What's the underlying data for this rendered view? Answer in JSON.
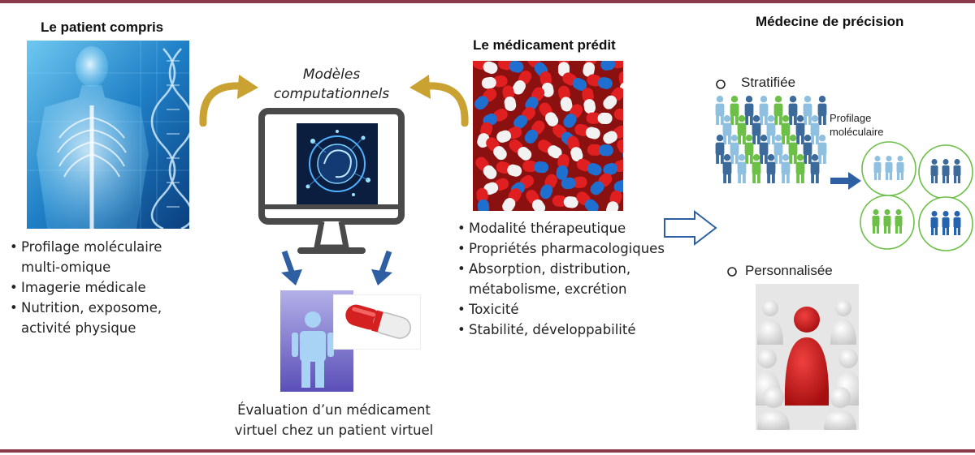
{
  "patient": {
    "title": "Le patient compris",
    "bullets": [
      "Profilage moléculaire multi-omique",
      "Imagerie médicale",
      "Nutrition, exposome, activité physique"
    ]
  },
  "models": {
    "title_line1": "Modèles",
    "title_line2": "computationnels"
  },
  "drug": {
    "title": "Le médicament prédit",
    "bullets": [
      "Modalité thérapeutique",
      "Propriétés pharmacologiques",
      "Absorption, distribution, métabolisme, excrétion",
      "Toxicité",
      "Stabilité, développabilité"
    ]
  },
  "virtual": {
    "caption_line1": "Évaluation d’un médicament",
    "caption_line2": "virtuel chez un patient virtuel"
  },
  "precision": {
    "title": "Médecine de précision",
    "stratified_label": "Stratifiée",
    "profiling_line1": "Profilage",
    "profiling_line2": "moléculaire",
    "personalized_label": "Personnalisée"
  },
  "colors": {
    "rule": "#8a3a4a",
    "curved_arrow": "#c9a232",
    "blue_arrow": "#2e5fa3",
    "light_blue": "#8fc0e0",
    "green": "#6cbf47",
    "dark_blue": "#3c6a9a",
    "red": "#cc1b1b"
  }
}
